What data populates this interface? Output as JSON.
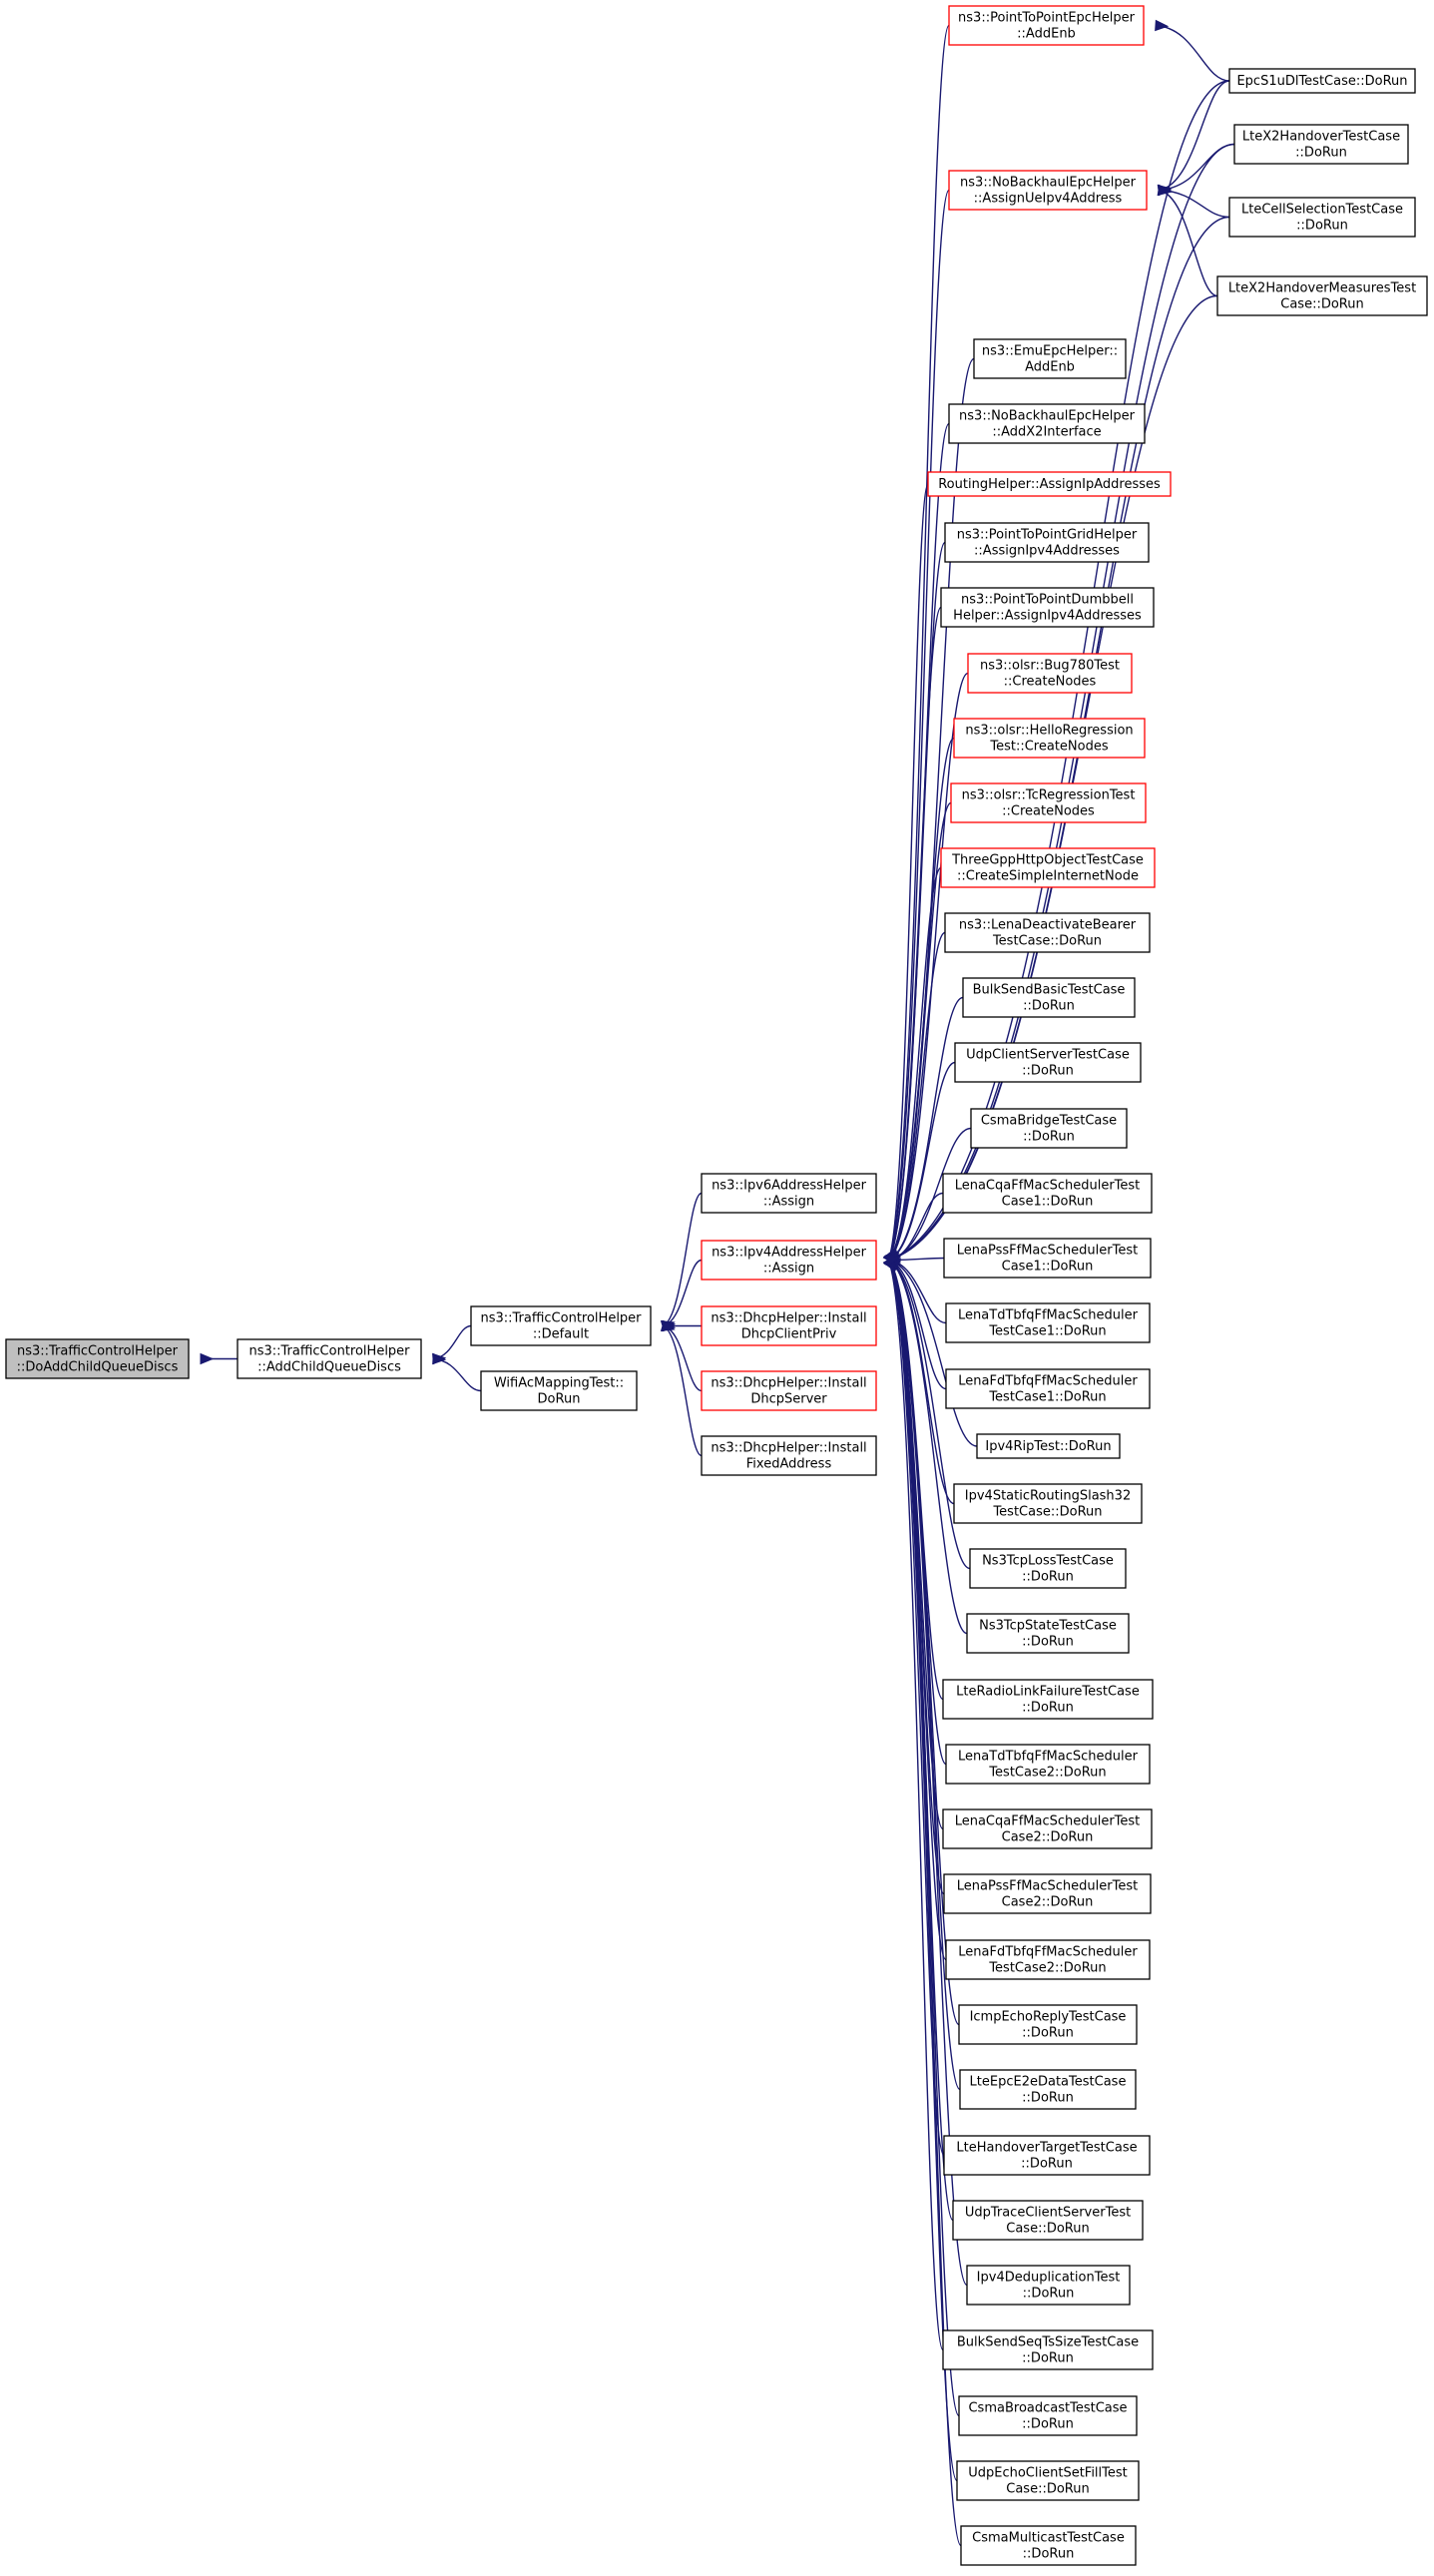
{
  "graph": {
    "edge_color": "#191970",
    "node_border": "#000000",
    "highlight_border": "#ff0000",
    "root_fill": "#bfbfbf",
    "nodes": [
      {
        "id": "root",
        "lines": [
          "ns3::TrafficControlHelper",
          "::DoAddChildQueueDiscs"
        ],
        "style": "root"
      },
      {
        "id": "addchild",
        "lines": [
          "ns3::TrafficControlHelper",
          "::AddChildQueueDiscs"
        ],
        "style": "normal"
      },
      {
        "id": "default",
        "lines": [
          "ns3::TrafficControlHelper",
          "::Default"
        ],
        "style": "normal"
      },
      {
        "id": "wifiac",
        "lines": [
          "WifiAcMappingTest::",
          "DoRun"
        ],
        "style": "normal"
      },
      {
        "id": "ipv6",
        "lines": [
          "ns3::Ipv6AddressHelper",
          "::Assign"
        ],
        "style": "normal"
      },
      {
        "id": "ipv4",
        "lines": [
          "ns3::Ipv4AddressHelper",
          "::Assign"
        ],
        "style": "red"
      },
      {
        "id": "dhcpclient",
        "lines": [
          "ns3::DhcpHelper::Install",
          "DhcpClientPriv"
        ],
        "style": "red"
      },
      {
        "id": "dhcpserver",
        "lines": [
          "ns3::DhcpHelper::Install",
          "DhcpServer"
        ],
        "style": "red"
      },
      {
        "id": "dhcpfixed",
        "lines": [
          "ns3::DhcpHelper::Install",
          "FixedAddress"
        ],
        "style": "normal"
      },
      {
        "id": "p2pepc",
        "lines": [
          "ns3::PointToPointEpcHelper",
          "::AddEnb"
        ],
        "style": "red"
      },
      {
        "id": "nobackassign",
        "lines": [
          "ns3::NoBackhaulEpcHelper",
          "::AssignUeIpv4Address"
        ],
        "style": "red"
      },
      {
        "id": "emuepc",
        "lines": [
          "ns3::EmuEpcHelper::",
          "AddEnb"
        ],
        "style": "normal"
      },
      {
        "id": "nobackx2",
        "lines": [
          "ns3::NoBackhaulEpcHelper",
          "::AddX2Interface"
        ],
        "style": "normal"
      },
      {
        "id": "routing",
        "lines": [
          "RoutingHelper::AssignIpAddresses"
        ],
        "style": "red"
      },
      {
        "id": "p2pgrid",
        "lines": [
          "ns3::PointToPointGridHelper",
          "::AssignIpv4Addresses"
        ],
        "style": "normal"
      },
      {
        "id": "p2pdumb",
        "lines": [
          "ns3::PointToPointDumbbell",
          "Helper::AssignIpv4Addresses"
        ],
        "style": "normal"
      },
      {
        "id": "bug780",
        "lines": [
          "ns3::olsr::Bug780Test",
          "::CreateNodes"
        ],
        "style": "red"
      },
      {
        "id": "hellreg",
        "lines": [
          "ns3::olsr::HelloRegression",
          "Test::CreateNodes"
        ],
        "style": "red"
      },
      {
        "id": "tcreg",
        "lines": [
          "ns3::olsr::TcRegressionTest",
          "::CreateNodes"
        ],
        "style": "red"
      },
      {
        "id": "threegpp",
        "lines": [
          "ThreeGppHttpObjectTestCase",
          "::CreateSimpleInternetNode"
        ],
        "style": "red"
      },
      {
        "id": "lenadeact",
        "lines": [
          "ns3::LenaDeactivateBearer",
          "TestCase::DoRun"
        ],
        "style": "normal"
      },
      {
        "id": "bulkbasic",
        "lines": [
          "BulkSendBasicTestCase",
          "::DoRun"
        ],
        "style": "normal"
      },
      {
        "id": "udpcs",
        "lines": [
          "UdpClientServerTestCase",
          "::DoRun"
        ],
        "style": "normal"
      },
      {
        "id": "csmabridge",
        "lines": [
          "CsmaBridgeTestCase",
          "::DoRun"
        ],
        "style": "normal"
      },
      {
        "id": "lenacqa1",
        "lines": [
          "LenaCqaFfMacSchedulerTest",
          "Case1::DoRun"
        ],
        "style": "normal"
      },
      {
        "id": "lenapss1",
        "lines": [
          "LenaPssFfMacSchedulerTest",
          "Case1::DoRun"
        ],
        "style": "normal"
      },
      {
        "id": "lenatdtbfq1",
        "lines": [
          "LenaTdTbfqFfMacScheduler",
          "TestCase1::DoRun"
        ],
        "style": "normal"
      },
      {
        "id": "lenafdtbfq1",
        "lines": [
          "LenaFdTbfqFfMacScheduler",
          "TestCase1::DoRun"
        ],
        "style": "normal"
      },
      {
        "id": "ipv4rip",
        "lines": [
          "Ipv4RipTest::DoRun"
        ],
        "style": "normal"
      },
      {
        "id": "ipv4static",
        "lines": [
          "Ipv4StaticRoutingSlash32",
          "TestCase::DoRun"
        ],
        "style": "normal"
      },
      {
        "id": "ns3tcploss",
        "lines": [
          "Ns3TcpLossTestCase",
          "::DoRun"
        ],
        "style": "normal"
      },
      {
        "id": "ns3tcpstate",
        "lines": [
          "Ns3TcpStateTestCase",
          "::DoRun"
        ],
        "style": "normal"
      },
      {
        "id": "lteradio",
        "lines": [
          "LteRadioLinkFailureTestCase",
          "::DoRun"
        ],
        "style": "normal"
      },
      {
        "id": "lenatdtbfq2",
        "lines": [
          "LenaTdTbfqFfMacScheduler",
          "TestCase2::DoRun"
        ],
        "style": "normal"
      },
      {
        "id": "lenacqa2",
        "lines": [
          "LenaCqaFfMacSchedulerTest",
          "Case2::DoRun"
        ],
        "style": "normal"
      },
      {
        "id": "lenapss2",
        "lines": [
          "LenaPssFfMacSchedulerTest",
          "Case2::DoRun"
        ],
        "style": "normal"
      },
      {
        "id": "lenafdtbfq2",
        "lines": [
          "LenaFdTbfqFfMacScheduler",
          "TestCase2::DoRun"
        ],
        "style": "normal"
      },
      {
        "id": "icmpecho",
        "lines": [
          "IcmpEchoReplyTestCase",
          "::DoRun"
        ],
        "style": "normal"
      },
      {
        "id": "lteepce2e",
        "lines": [
          "LteEpcE2eDataTestCase",
          "::DoRun"
        ],
        "style": "normal"
      },
      {
        "id": "ltehandtarget",
        "lines": [
          "LteHandoverTargetTestCase",
          "::DoRun"
        ],
        "style": "normal"
      },
      {
        "id": "udptrace",
        "lines": [
          "UdpTraceClientServerTest",
          "Case::DoRun"
        ],
        "style": "normal"
      },
      {
        "id": "ipv4dedup",
        "lines": [
          "Ipv4DeduplicationTest",
          "::DoRun"
        ],
        "style": "normal"
      },
      {
        "id": "bulkseq",
        "lines": [
          "BulkSendSeqTsSizeTestCase",
          "::DoRun"
        ],
        "style": "normal"
      },
      {
        "id": "csmabcast",
        "lines": [
          "CsmaBroadcastTestCase",
          "::DoRun"
        ],
        "style": "normal"
      },
      {
        "id": "udpechofill",
        "lines": [
          "UdpEchoClientSetFillTest",
          "Case::DoRun"
        ],
        "style": "normal"
      },
      {
        "id": "csmamcast",
        "lines": [
          "CsmaMulticastTestCase",
          "::DoRun"
        ],
        "style": "normal"
      },
      {
        "id": "epcs1u",
        "lines": [
          "EpcS1uDlTestCase::DoRun"
        ],
        "style": "normal"
      },
      {
        "id": "ltex2ho",
        "lines": [
          "LteX2HandoverTestCase",
          "::DoRun"
        ],
        "style": "normal"
      },
      {
        "id": "ltecellsel",
        "lines": [
          "LteCellSelectionTestCase",
          "::DoRun"
        ],
        "style": "normal"
      },
      {
        "id": "ltex2homeas",
        "lines": [
          "LteX2HandoverMeasuresTest",
          "Case::DoRun"
        ],
        "style": "normal"
      }
    ],
    "edges": [
      [
        "addchild",
        "root"
      ],
      [
        "default",
        "addchild"
      ],
      [
        "wifiac",
        "addchild"
      ],
      [
        "ipv6",
        "default"
      ],
      [
        "ipv4",
        "default"
      ],
      [
        "dhcpclient",
        "default"
      ],
      [
        "dhcpserver",
        "default"
      ],
      [
        "dhcpfixed",
        "default"
      ],
      [
        "p2pepc",
        "ipv4"
      ],
      [
        "nobackassign",
        "ipv4"
      ],
      [
        "emuepc",
        "ipv4"
      ],
      [
        "nobackx2",
        "ipv4"
      ],
      [
        "routing",
        "ipv4"
      ],
      [
        "p2pgrid",
        "ipv4"
      ],
      [
        "p2pdumb",
        "ipv4"
      ],
      [
        "bug780",
        "ipv4"
      ],
      [
        "hellreg",
        "ipv4"
      ],
      [
        "tcreg",
        "ipv4"
      ],
      [
        "threegpp",
        "ipv4"
      ],
      [
        "lenadeact",
        "ipv4"
      ],
      [
        "bulkbasic",
        "ipv4"
      ],
      [
        "udpcs",
        "ipv4"
      ],
      [
        "csmabridge",
        "ipv4"
      ],
      [
        "lenacqa1",
        "ipv4"
      ],
      [
        "lenapss1",
        "ipv4"
      ],
      [
        "lenatdtbfq1",
        "ipv4"
      ],
      [
        "lenafdtbfq1",
        "ipv4"
      ],
      [
        "ipv4rip",
        "ipv4"
      ],
      [
        "ipv4static",
        "ipv4"
      ],
      [
        "ns3tcploss",
        "ipv4"
      ],
      [
        "ns3tcpstate",
        "ipv4"
      ],
      [
        "lteradio",
        "ipv4"
      ],
      [
        "lenatdtbfq2",
        "ipv4"
      ],
      [
        "lenacqa2",
        "ipv4"
      ],
      [
        "lenapss2",
        "ipv4"
      ],
      [
        "lenafdtbfq2",
        "ipv4"
      ],
      [
        "icmpecho",
        "ipv4"
      ],
      [
        "lteepce2e",
        "ipv4"
      ],
      [
        "ltehandtarget",
        "ipv4"
      ],
      [
        "udptrace",
        "ipv4"
      ],
      [
        "ipv4dedup",
        "ipv4"
      ],
      [
        "bulkseq",
        "ipv4"
      ],
      [
        "csmabcast",
        "ipv4"
      ],
      [
        "udpechofill",
        "ipv4"
      ],
      [
        "csmamcast",
        "ipv4"
      ],
      [
        "epcs1u",
        "ipv4"
      ],
      [
        "ltex2ho",
        "ipv4"
      ],
      [
        "ltecellsel",
        "ipv4"
      ],
      [
        "ltex2homeas",
        "ipv4"
      ],
      [
        "epcs1u",
        "p2pepc"
      ],
      [
        "epcs1u",
        "nobackassign"
      ],
      [
        "ltex2ho",
        "nobackassign"
      ],
      [
        "ltecellsel",
        "nobackassign"
      ],
      [
        "ltex2homeas",
        "nobackassign"
      ]
    ]
  }
}
